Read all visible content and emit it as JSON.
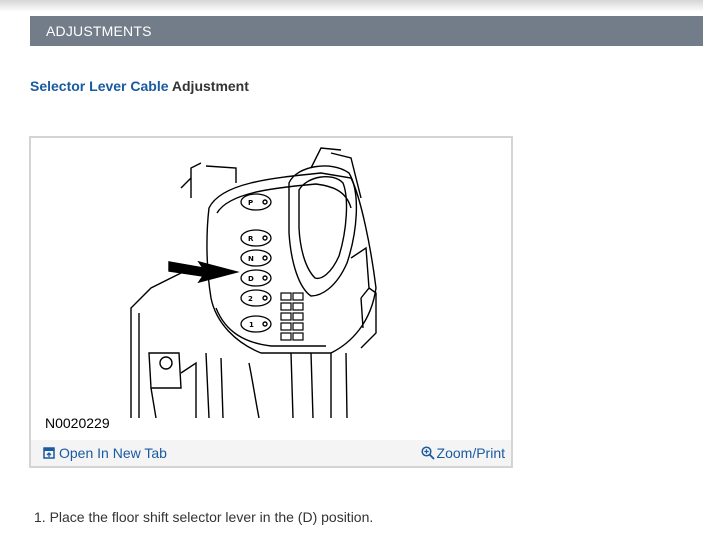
{
  "section": {
    "title": "ADJUSTMENTS"
  },
  "procedure": {
    "link_text": "Selector Lever Cable",
    "title_rest": " Adjustment"
  },
  "figure": {
    "label": "N0020229",
    "open_new_tab": "Open In New Tab",
    "zoom_print": "Zoom/Print"
  },
  "steps": [
    {
      "text": "1. Place the floor shift selector lever in the (D) position."
    }
  ],
  "colors": {
    "header_bg": "#737d89",
    "link": "#1a5aa0",
    "text": "#333333",
    "toolbar_bg": "#f4f4f4"
  },
  "icons": {
    "open_new_tab": "open-new-tab-icon",
    "zoom": "magnifier-plus-icon"
  }
}
